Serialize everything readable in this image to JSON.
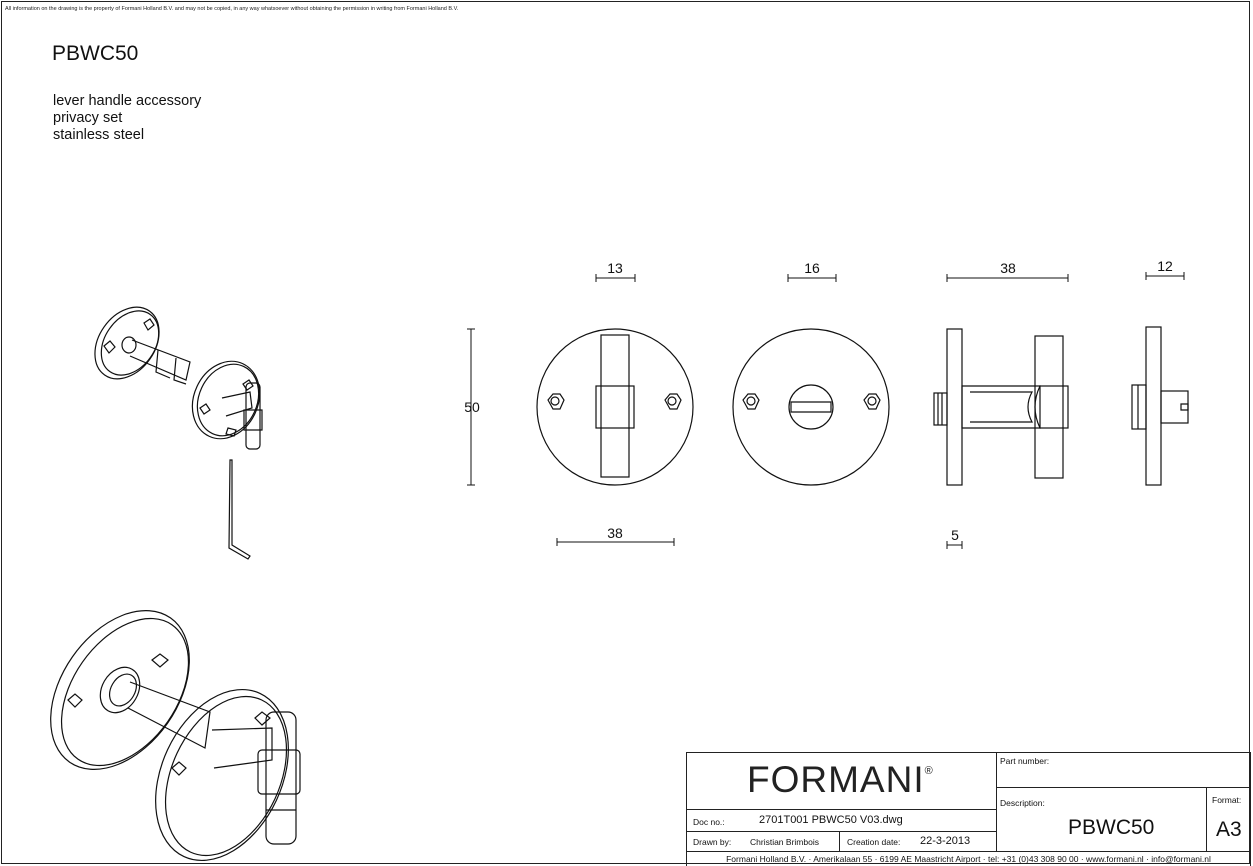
{
  "disclaimer": "All information on the drawing is the property of Formani Holland B.V. and may not be copied, in any way whatsoever without obtaining the permission in writing from Formani Holland B.V.",
  "product": {
    "code": "PBWC50",
    "lines": [
      "lever handle accessory",
      "privacy set",
      "stainless steel"
    ]
  },
  "dimensions": {
    "front_spindle_width": "13",
    "back_slot_width": "16",
    "side_projection": "38",
    "side_rose_thickness": "12",
    "rose_height": "50",
    "rose_diameter": "38",
    "rose_plate": "5"
  },
  "title_block": {
    "logo": "FORMANI",
    "logo_mark": "®",
    "part_number_label": "Part number:",
    "part_number_value": "",
    "description_label": "Description:",
    "description_value": "PBWC50",
    "format_label": "Format:",
    "format_value": "A3",
    "doc_no_label": "Doc no.:",
    "doc_no_value": "2701T001 PBWC50 V03.dwg",
    "drawn_by_label": "Drawn by:",
    "drawn_by_value": "Christian Brimbois",
    "creation_date_label": "Creation date:",
    "creation_date_value": "22-3-2013",
    "footer": "Formani Holland B.V.  ·  Amerikalaan 55  · 6199 AE Maastricht Airport · tel: +31 (0)43 308 90 00 · www.formani.nl · info@formani.nl"
  }
}
